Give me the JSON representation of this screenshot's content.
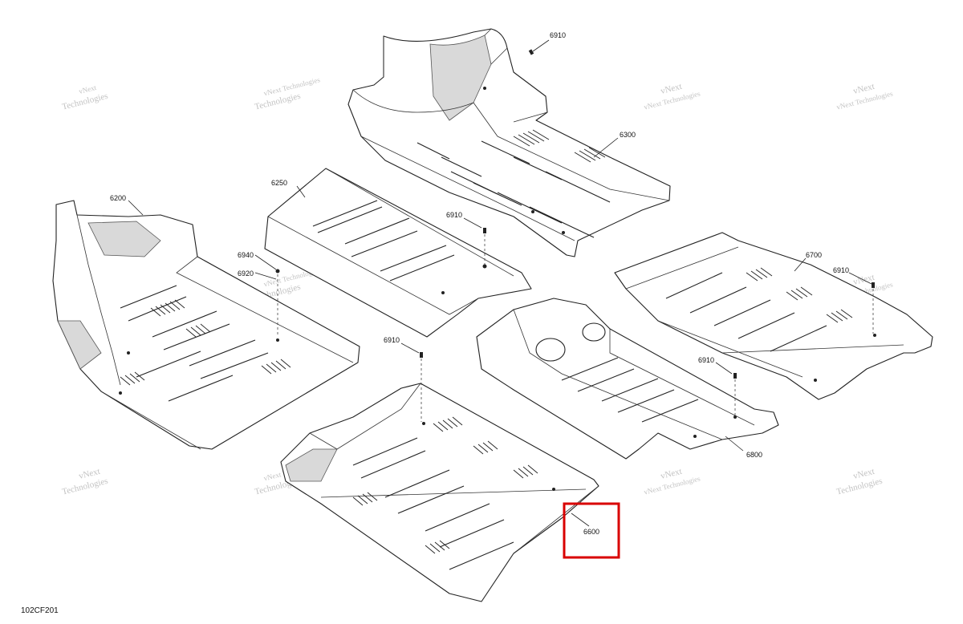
{
  "diagram": {
    "callouts": {
      "c6910a": "6910",
      "c6300": "6300",
      "c6250": "6250",
      "c6910b": "6910",
      "c6200": "6200",
      "c6940": "6940",
      "c6920": "6920",
      "c6700": "6700",
      "c6910c": "6910",
      "c6910d": "6910",
      "c6910e": "6910",
      "c6800": "6800",
      "c6600": "6600"
    },
    "footer_code": "102CF201",
    "watermark": {
      "line1": "vNext",
      "line2": "Technologies",
      "inline": "vNext Technologies"
    },
    "highlight_color": "#d90000"
  }
}
